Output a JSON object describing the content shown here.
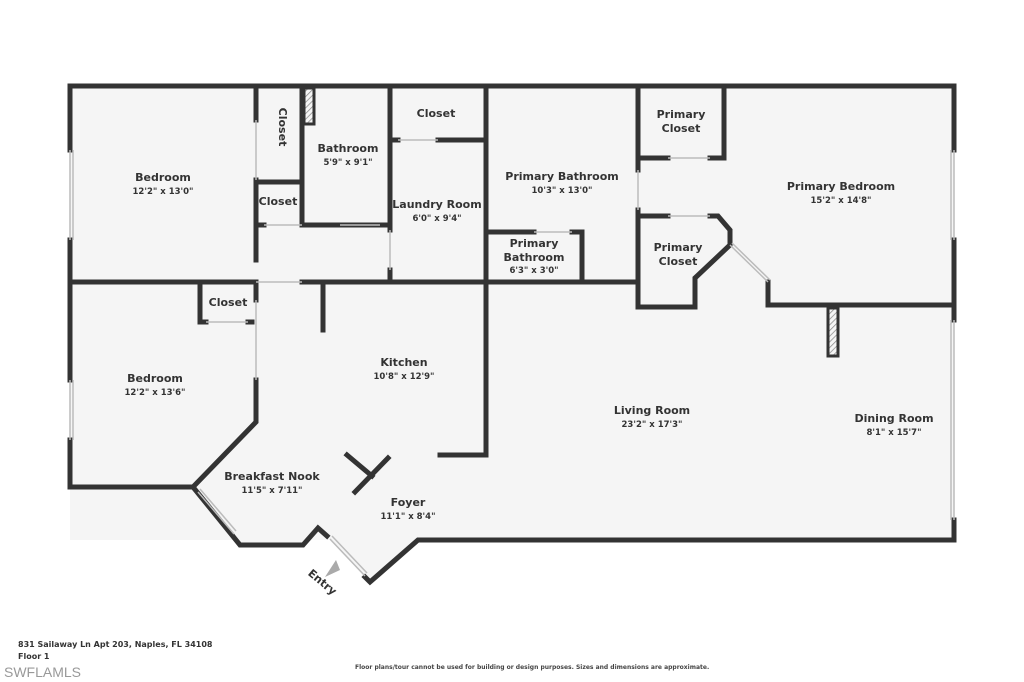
{
  "rooms": [
    {
      "name": "Bedroom",
      "dims": "12'2\" x 13'0\""
    },
    {
      "name": "Closet"
    },
    {
      "name": "Bathroom",
      "dims": "5'9\" x 9'1\""
    },
    {
      "name": "Closet"
    },
    {
      "name": "Closet"
    },
    {
      "name": "Laundry Room",
      "dims": "6'0\" x 9'4\""
    },
    {
      "name": "Primary Bathroom",
      "dims": "10'3\" x 13'0\""
    },
    {
      "name_line1": "Primary",
      "name_line2": "Bathroom",
      "dims": "6'3\" x 3'0\""
    },
    {
      "name_line1": "Primary",
      "name_line2": "Closet"
    },
    {
      "name_line1": "Primary",
      "name_line2": "Closet"
    },
    {
      "name": "Primary Bedroom",
      "dims": "15'2\" x 14'8\""
    },
    {
      "name": "Closet"
    },
    {
      "name": "Bedroom",
      "dims": "12'2\" x 13'6\""
    },
    {
      "name": "Kitchen",
      "dims": "10'8\" x 12'9\""
    },
    {
      "name": "Living Room",
      "dims": "23'2\" x 17'3\""
    },
    {
      "name": "Dining Room",
      "dims": "8'1\" x 15'7\""
    },
    {
      "name": "Breakfast Nook",
      "dims": "11'5\" x 7'11\""
    },
    {
      "name": "Foyer",
      "dims": "11'1\" x 8'4\""
    }
  ],
  "entry_label": "Entry",
  "address": "831 Sailaway Ln Apt 203, Naples, FL 34108",
  "floor": "Floor 1",
  "watermark": "SWFLAMLS",
  "disclaimer": "Floor plans/tour cannot be used for building or design purposes. Sizes and dimensions are approximate."
}
